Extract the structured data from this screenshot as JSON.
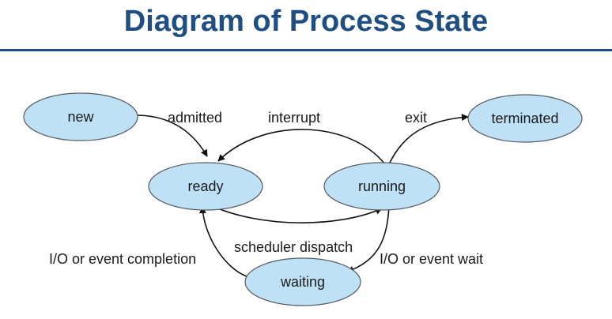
{
  "title": "Diagram of Process State",
  "states": {
    "new": "new",
    "ready": "ready",
    "running": "running",
    "waiting": "waiting",
    "terminated": "terminated"
  },
  "transitions": {
    "admitted": "admitted",
    "interrupt": "interrupt",
    "exit": "exit",
    "scheduler_dispatch": "scheduler dispatch",
    "io_event_completion": "I/O or event completion",
    "io_event_wait": "I/O or event wait"
  },
  "colors": {
    "title": "#1f4f82",
    "state_fill": "#bfe1f6",
    "state_stroke": "#555a60",
    "edge": "#111111"
  }
}
